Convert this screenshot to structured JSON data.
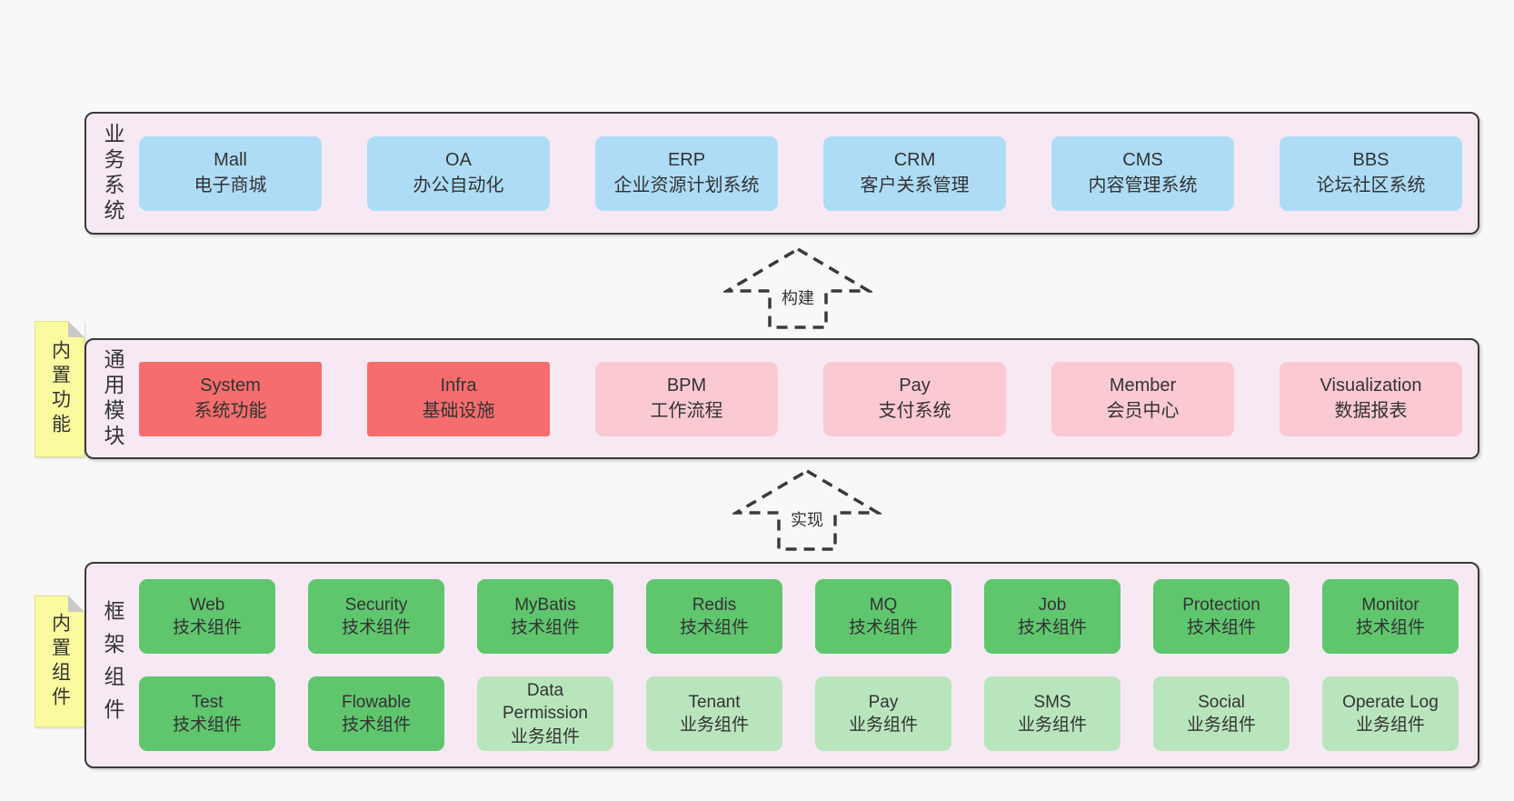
{
  "colors": {
    "page_bg": "#f8f8f8",
    "container_bg": "#f6e9f3",
    "container_border": "#3a3a3a",
    "box_blue": "#aedcf6",
    "box_red": "#f56d6d",
    "box_pink": "#fbc9d1",
    "box_green": "#5fc66e",
    "box_light_green": "#b9e5bd",
    "note_yellow": "#fafa9e",
    "text": "#333333"
  },
  "arrows": {
    "build": "构建",
    "implement": "实现"
  },
  "layers": {
    "business": {
      "label": "业务系统",
      "boxes": [
        {
          "title": "Mall",
          "subtitle": "电子商城",
          "variant": "blue"
        },
        {
          "title": "OA",
          "subtitle": "办公自动化",
          "variant": "blue"
        },
        {
          "title": "ERP",
          "subtitle": "企业资源计划系统",
          "variant": "blue"
        },
        {
          "title": "CRM",
          "subtitle": "客户关系管理",
          "variant": "blue"
        },
        {
          "title": "CMS",
          "subtitle": "内容管理系统",
          "variant": "blue"
        },
        {
          "title": "BBS",
          "subtitle": "论坛社区系统",
          "variant": "blue"
        }
      ]
    },
    "modules": {
      "label": "通用模块",
      "note": "内置功能",
      "boxes": [
        {
          "title": "System",
          "subtitle": "系统功能",
          "variant": "red"
        },
        {
          "title": "Infra",
          "subtitle": "基础设施",
          "variant": "red"
        },
        {
          "title": "BPM",
          "subtitle": "工作流程",
          "variant": "pink"
        },
        {
          "title": "Pay",
          "subtitle": "支付系统",
          "variant": "pink"
        },
        {
          "title": "Member",
          "subtitle": "会员中心",
          "variant": "pink"
        },
        {
          "title": "Visualization",
          "subtitle": "数据报表",
          "variant": "pink"
        }
      ]
    },
    "components": {
      "label": "框架组件",
      "note": "内置组件",
      "row1": [
        {
          "title": "Web",
          "subtitle": "技术组件",
          "variant": "green"
        },
        {
          "title": "Security",
          "subtitle": "技术组件",
          "variant": "green"
        },
        {
          "title": "MyBatis",
          "subtitle": "技术组件",
          "variant": "green"
        },
        {
          "title": "Redis",
          "subtitle": "技术组件",
          "variant": "green"
        },
        {
          "title": "MQ",
          "subtitle": "技术组件",
          "variant": "green"
        },
        {
          "title": "Job",
          "subtitle": "技术组件",
          "variant": "green"
        },
        {
          "title": "Protection",
          "subtitle": "技术组件",
          "variant": "green"
        },
        {
          "title": "Monitor",
          "subtitle": "技术组件",
          "variant": "green"
        }
      ],
      "row2": [
        {
          "title": "Test",
          "subtitle": "技术组件",
          "variant": "green"
        },
        {
          "title": "Flowable",
          "subtitle": "技术组件",
          "variant": "green"
        },
        {
          "title": "Data Permission",
          "subtitle": "业务组件",
          "variant": "lightgreen"
        },
        {
          "title": "Tenant",
          "subtitle": "业务组件",
          "variant": "lightgreen"
        },
        {
          "title": "Pay",
          "subtitle": "业务组件",
          "variant": "lightgreen"
        },
        {
          "title": "SMS",
          "subtitle": "业务组件",
          "variant": "lightgreen"
        },
        {
          "title": "Social",
          "subtitle": "业务组件",
          "variant": "lightgreen"
        },
        {
          "title": "Operate Log",
          "subtitle": "业务组件",
          "variant": "lightgreen"
        }
      ]
    }
  }
}
